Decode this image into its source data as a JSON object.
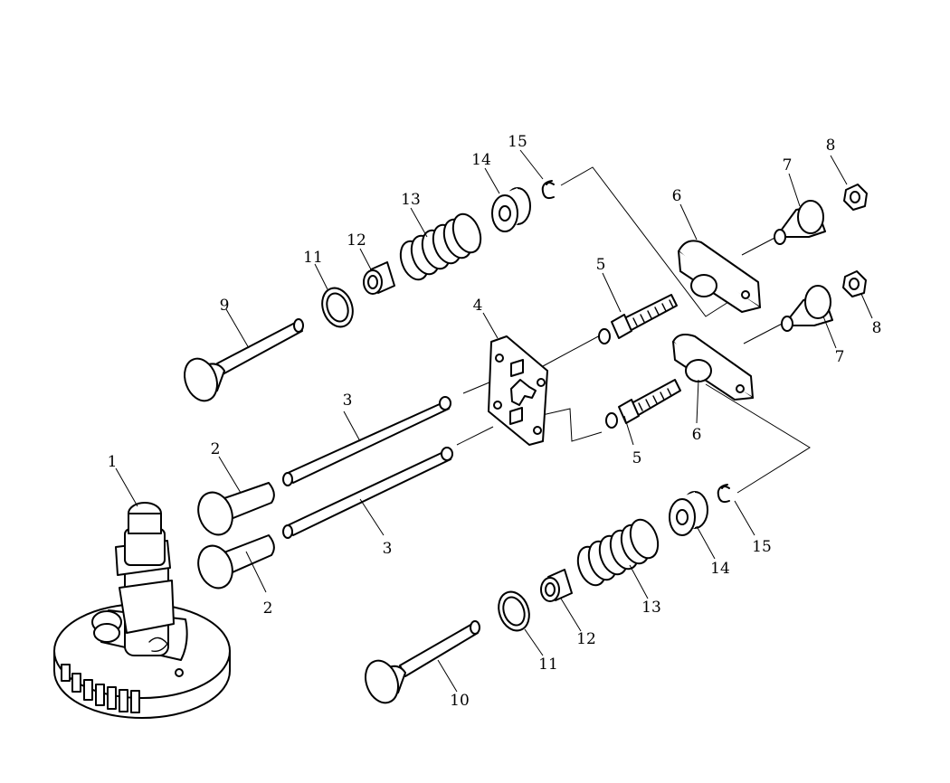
{
  "callouts": {
    "camshaft": "1",
    "tappet_upper": "2",
    "tappet_lower": "2",
    "push_rod_upper": "3",
    "push_rod_lower": "3",
    "guide_plate": "4",
    "rocker_stud_upper": "5",
    "rocker_stud_lower": "5",
    "rocker_arm_upper": "6",
    "rocker_arm_lower": "6",
    "pivot_ball_upper": "7",
    "pivot_ball_lower": "7",
    "nut_upper": "8",
    "nut_lower": "8",
    "intake_valve": "9",
    "exhaust_valve": "10",
    "washer_upper": "11",
    "washer_lower": "11",
    "stem_seal_upper": "12",
    "stem_seal_lower": "12",
    "spring_upper": "13",
    "spring_lower": "13",
    "retainer_upper": "14",
    "retainer_lower": "14",
    "keeper_upper": "15",
    "keeper_lower": "15"
  }
}
